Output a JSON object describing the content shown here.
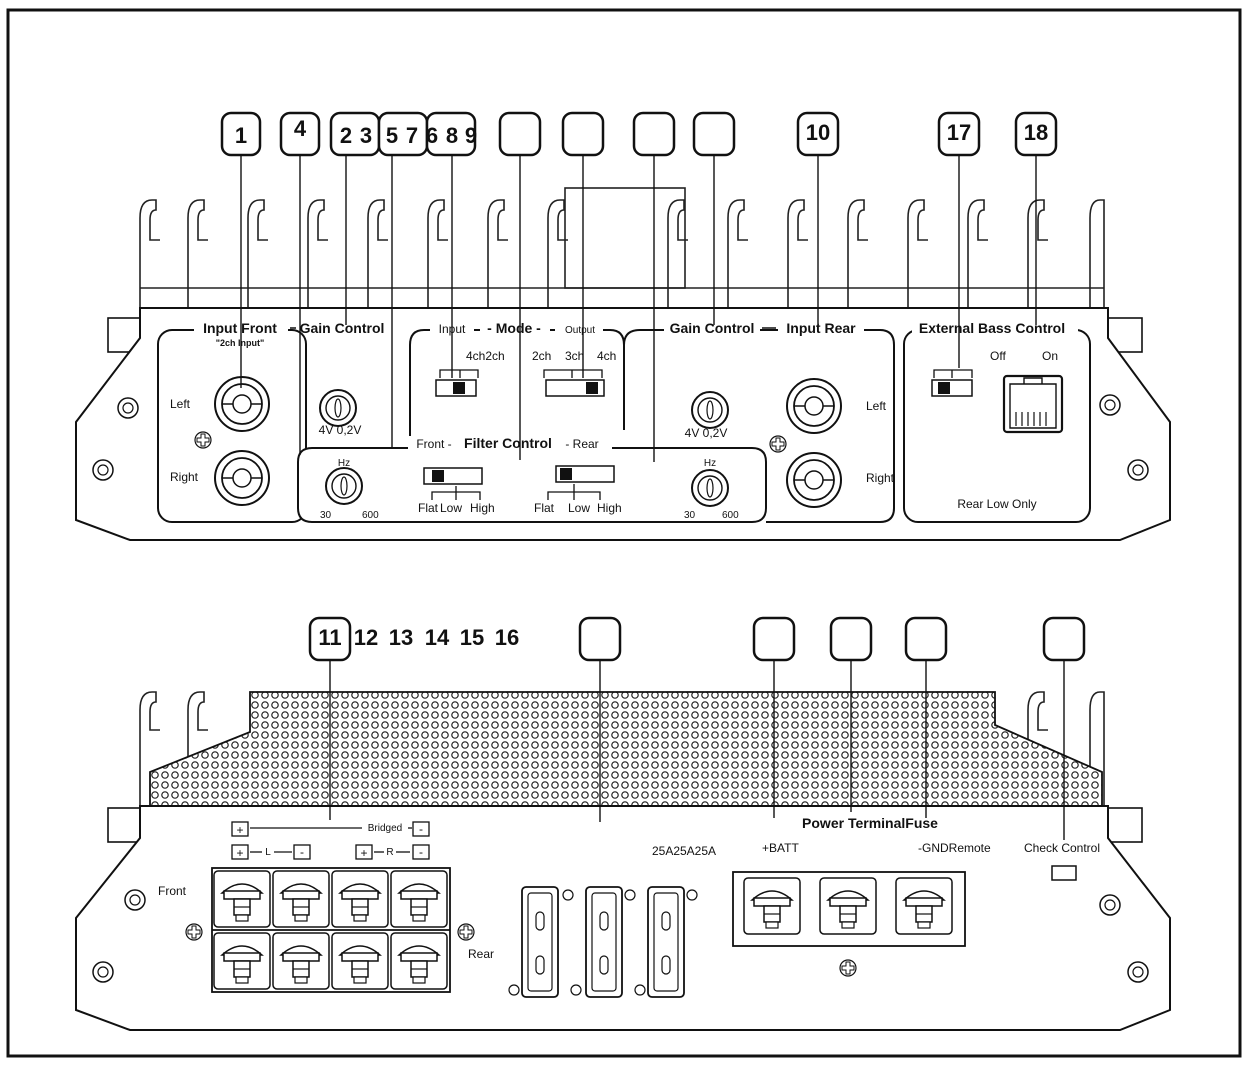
{
  "top_callouts": [
    "1",
    "4",
    "2",
    "3",
    "5",
    "7",
    "6",
    "8",
    "9",
    "",
    "",
    "",
    "",
    "10",
    "17",
    "18"
  ],
  "bottom_callouts": [
    "11",
    "12",
    "13",
    "14",
    "15",
    "16",
    "",
    "",
    "",
    "",
    ""
  ],
  "top_panel": {
    "input_front": {
      "title": "Input Front",
      "subtitle": "\"2ch Input\"",
      "left": "Left",
      "right": "Right"
    },
    "gain_control_front": {
      "title": "Gain Control",
      "range": "4V 0,2V"
    },
    "mode": {
      "title": "- Mode -",
      "input_label": "Input",
      "output_label": "Output",
      "input_options": "4ch2ch",
      "output_options": [
        "2ch",
        "3ch",
        "4ch"
      ]
    },
    "gain_control_rear": {
      "title": "Gain Control",
      "range": "4V 0,2V"
    },
    "input_rear": {
      "title": "Input Rear",
      "left": "Left",
      "right": "Right"
    },
    "external_bass": {
      "title": "External Bass Control",
      "off": "Off",
      "on": "On",
      "note": "Rear Low Only"
    },
    "filter_control": {
      "front": "Front -",
      "title": "Filter Control",
      "rear": "- Rear",
      "hz": "Hz",
      "min": "30",
      "max": "600",
      "options": [
        "Flat",
        "Low",
        "High"
      ]
    }
  },
  "bottom_panel": {
    "bridged": "Bridged",
    "l": "L",
    "r": "R",
    "front": "Front",
    "rear": "Rear",
    "fuse_rating": "25A25A25A",
    "power_terminal": "Power TerminalFuse",
    "batt": "+BATT",
    "gnd_remote": "-GNDRemote",
    "check_control": "Check Control"
  }
}
